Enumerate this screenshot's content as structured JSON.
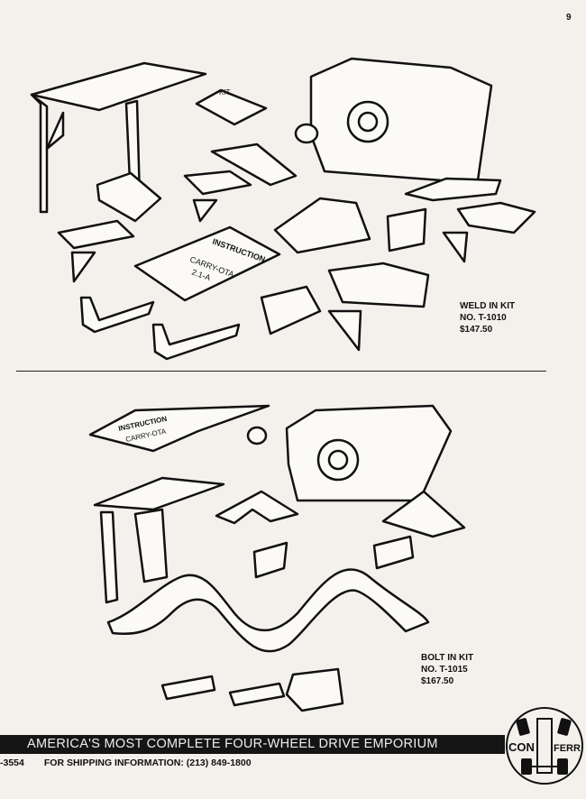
{
  "page_number": "9",
  "kits": [
    {
      "name": "WELD IN KIT",
      "number": "NO. T-1010",
      "price": "$147.50"
    },
    {
      "name": "BOLT IN KIT",
      "number": "NO. T-1015",
      "price": "$167.50"
    }
  ],
  "illustration_text": [
    "INSTRUCTION",
    "CARRY-OTA",
    "2.1-A",
    "KIT"
  ],
  "footer": {
    "banner": "AMERICA'S MOST COMPLETE FOUR-WHEEL DRIVE EMPORIUM",
    "phone_fragment": "-3554",
    "shipping": "FOR SHIPPING INFORMATION: (213) 849-1800"
  },
  "logo": {
    "text": "CON FERR"
  }
}
